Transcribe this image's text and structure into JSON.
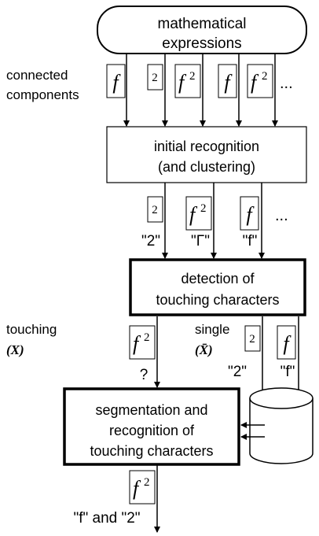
{
  "top_box": {
    "line1": "mathematical",
    "line2": "expressions"
  },
  "left_labels": {
    "connected_line1": "connected",
    "connected_line2": "components"
  },
  "row1_glyphs": [
    "f",
    "2",
    "f2",
    "f",
    "f2"
  ],
  "row1_ellipsis": "...",
  "initial_box": {
    "line1": "initial recognition",
    "line2": "(and clustering)"
  },
  "row2_glyphs": [
    "2",
    "f2",
    "f"
  ],
  "row2_ellipsis": "...",
  "row2_labels": [
    "\"2\"",
    "\"Γ\"",
    "\"f\""
  ],
  "detect_box": {
    "line1": "detection of",
    "line2": "touching characters"
  },
  "touching": {
    "label": "touching",
    "symbol": "(X)",
    "glyph": "f2",
    "result": "?"
  },
  "single": {
    "label": "single",
    "symbol": "(X̄)",
    "glyphs": [
      "2",
      "f"
    ],
    "labels": [
      "\"2\"",
      "\"f\""
    ]
  },
  "segment_box": {
    "line1": "segmentation and",
    "line2": "recognition of",
    "line3": "touching characters"
  },
  "bottom": {
    "glyph": "f2",
    "label": "\"f\" and \"2\""
  }
}
